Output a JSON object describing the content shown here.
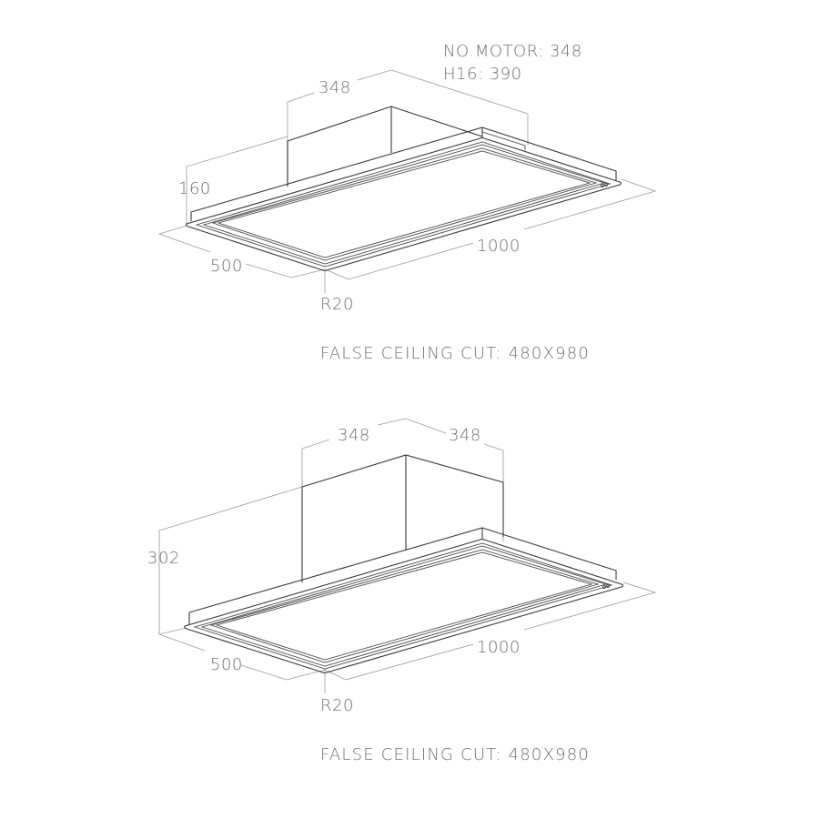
{
  "diagrams": [
    {
      "id": "with-motor-low",
      "notes": [
        "NO MOTOR: 348",
        "H16: 390"
      ],
      "dimensions": {
        "box_width": "348",
        "height": "160",
        "depth": "500",
        "length": "1000",
        "corner_radius": "R20"
      },
      "caption": "FALSE CEILING CUT: 480X980"
    },
    {
      "id": "with-motor-high",
      "dimensions": {
        "box_width_left": "348",
        "box_width_right": "348",
        "height": "302",
        "depth": "500",
        "length": "1000",
        "corner_radius": "R20"
      },
      "caption": "FALSE CEILING CUT: 480X980"
    }
  ],
  "colors": {
    "object_line": "#3a3a3a",
    "dimension_line": "#9a9a9a",
    "label_text": "#6f6f6f",
    "background": "#ffffff"
  }
}
